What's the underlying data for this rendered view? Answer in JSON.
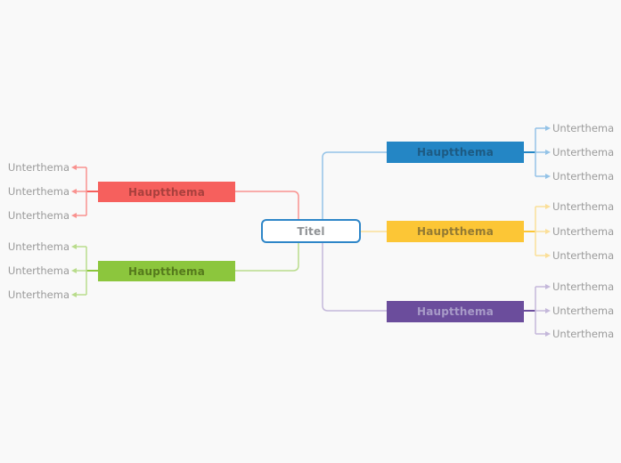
{
  "theme": {
    "canvas_bg": "#f9f9f9",
    "subtopic_text_color": "#9b9b9b"
  },
  "title": {
    "label": "Titel",
    "bg": "#ffffff",
    "border_color": "#2e86c8",
    "text_color": "#8f9295"
  },
  "branches": [
    {
      "name": "red",
      "side": "left",
      "label": "Hauptthema",
      "node_color": "#f6605d",
      "text_color": "#a8403d",
      "line_color": "#f9928f",
      "children": [
        "Unterthema",
        "Unterthema",
        "Unterthema"
      ]
    },
    {
      "name": "green",
      "side": "left",
      "label": "Hauptthema",
      "node_color": "#8cc63d",
      "text_color": "#55791c",
      "line_color": "#b9dc8c",
      "children": [
        "Unterthema",
        "Unterthema",
        "Unterthema"
      ]
    },
    {
      "name": "blue",
      "side": "right",
      "label": "Hauptthema",
      "node_color": "#2486c5",
      "text_color": "#1d5a82",
      "line_color": "#94c3e7",
      "children": [
        "Unterthema",
        "Unterthema",
        "Unterthema"
      ]
    },
    {
      "name": "yellow",
      "side": "right",
      "label": "Hauptthema",
      "node_color": "#fcc636",
      "text_color": "#927933",
      "line_color": "#fbdf99",
      "children": [
        "Unterthema",
        "Unterthema",
        "Unterthema"
      ]
    },
    {
      "name": "purple",
      "side": "right",
      "label": "Hauptthema",
      "node_color": "#6b4d9c",
      "text_color": "#a89bc8",
      "line_color": "#c4b8da",
      "children": [
        "Unterthema",
        "Unterthema",
        "Unterthema"
      ]
    }
  ]
}
